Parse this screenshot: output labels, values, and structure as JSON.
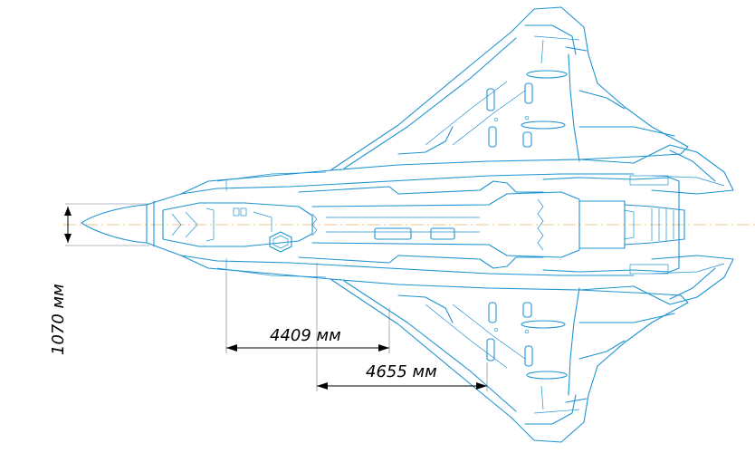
{
  "colors": {
    "line": "#1f93d1",
    "dimension": "#000000",
    "centerline": "#e0b463",
    "background": "#ffffff"
  },
  "dimensions": {
    "height_label": "1070 мм",
    "length_a_label": "4409 мм",
    "length_b_label": "4655 мм"
  }
}
